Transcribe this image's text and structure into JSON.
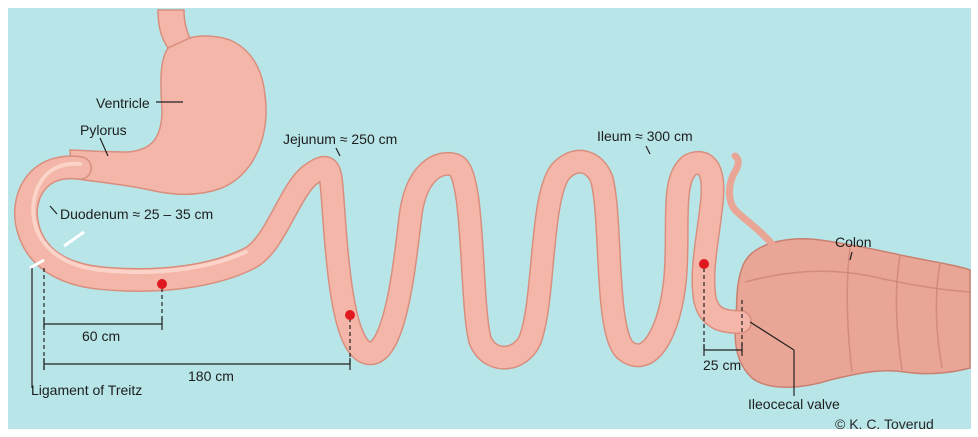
{
  "colors": {
    "background": "#b8e6e8",
    "intestine": "#f4b6a8",
    "intestine_edge": "#d98e7e",
    "colon": "#e9a596",
    "colon_edge": "#c98070",
    "marker": "#e0191e",
    "line": "#222222"
  },
  "labels": {
    "ventricle": "Ventricle",
    "pylorus": "Pylorus",
    "duodenum": "Duodenum ≈ 25 – 35 cm",
    "jejunum": "Jejunum ≈ 250 cm",
    "ileum": "Ileum ≈ 300 cm",
    "colon": "Colon",
    "ligament": "Ligament of Treitz",
    "ileocecal_valve": "Ileocecal valve"
  },
  "measurements": {
    "m60": "60 cm",
    "m180": "180 cm",
    "m25": "25 cm"
  },
  "copyright": "© K. C. Toverud"
}
